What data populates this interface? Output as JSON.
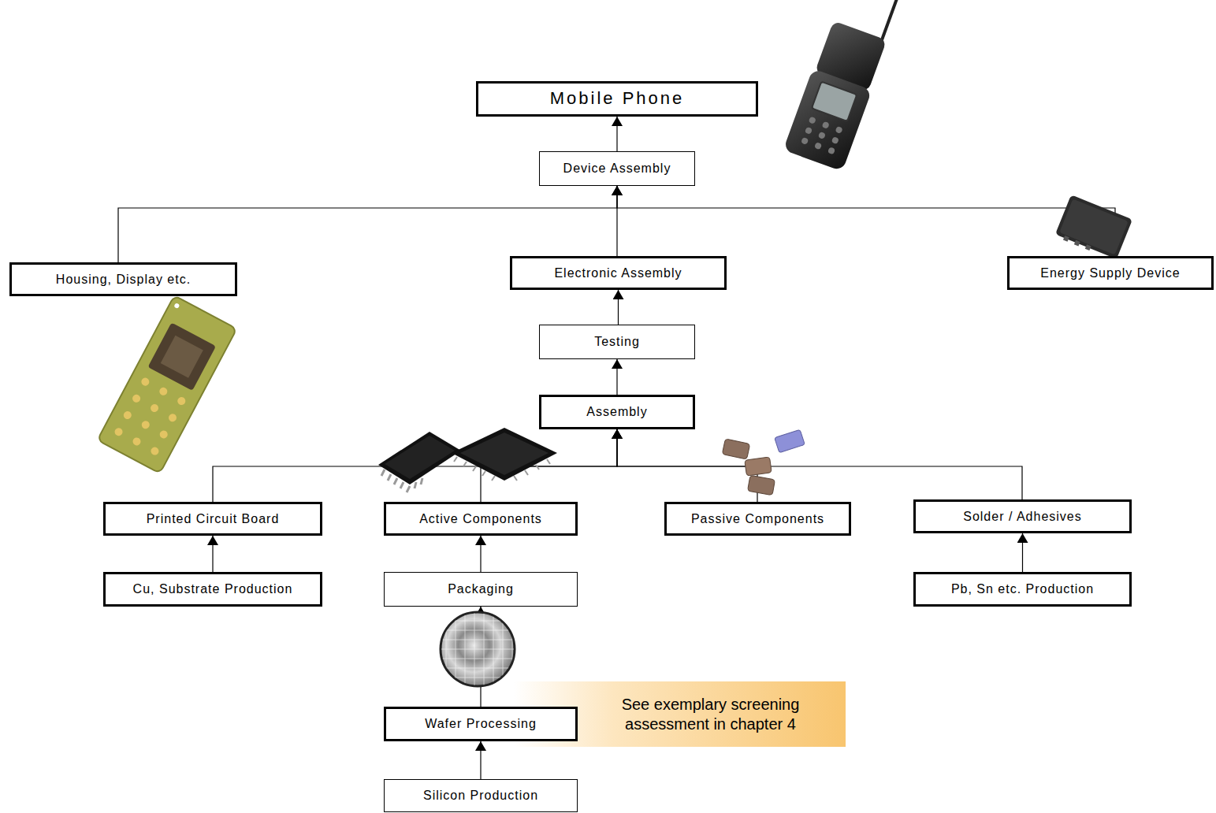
{
  "diagram": {
    "nodes": [
      {
        "text": [
          "Mobile Phone"
        ]
      },
      {
        "text": [
          "Device Assembly"
        ]
      },
      {
        "text": [
          "Housing, Display etc."
        ]
      },
      {
        "text": [
          "Electronic Assembly"
        ]
      },
      {
        "text": [
          "Energy Supply Device"
        ]
      },
      {
        "text": [
          "Testing"
        ]
      },
      {
        "text": [
          "Assembly"
        ]
      },
      {
        "text": [
          "Printed Circuit Board"
        ]
      },
      {
        "text": [
          "Active Components"
        ]
      },
      {
        "text": [
          "Passive Components"
        ]
      },
      {
        "text": [
          "Solder / Adhesives"
        ]
      },
      {
        "text": [
          "Cu, Substrate Production"
        ]
      },
      {
        "text": [
          "Packaging"
        ]
      },
      {
        "text": [
          "Pb, Sn etc. Production"
        ]
      },
      {
        "text": [
          "See exemplary screening assessment in chapter 4"
        ]
      },
      {
        "text": [
          "Wafer Processing"
        ]
      },
      {
        "text": [
          "Silicon Production"
        ]
      }
    ],
    "edges": [
      {
        "from": 1,
        "to": 0,
        "arrow": "to"
      },
      {
        "from": 2,
        "to": 1,
        "arrow": "to"
      },
      {
        "from": 3,
        "to": 1,
        "arrow": "to"
      },
      {
        "from": 4,
        "to": 1,
        "arrow": "to"
      },
      {
        "from": 5,
        "to": 3,
        "arrow": "to"
      },
      {
        "from": 6,
        "to": 5,
        "arrow": "to"
      },
      {
        "from": 7,
        "to": 6,
        "arrow": "to"
      },
      {
        "from": 8,
        "to": 6,
        "arrow": "to"
      },
      {
        "from": 9,
        "to": 6,
        "arrow": "to"
      },
      {
        "from": 10,
        "to": 6,
        "arrow": "to"
      },
      {
        "from": 11,
        "to": 7,
        "arrow": "to"
      },
      {
        "from": 12,
        "to": 8,
        "arrow": "to"
      },
      {
        "from": 13,
        "to": 10,
        "arrow": "to"
      },
      {
        "from": 15,
        "to": 12,
        "arrow": "to"
      },
      {
        "from": 16,
        "to": 15,
        "arrow": "to"
      }
    ]
  }
}
